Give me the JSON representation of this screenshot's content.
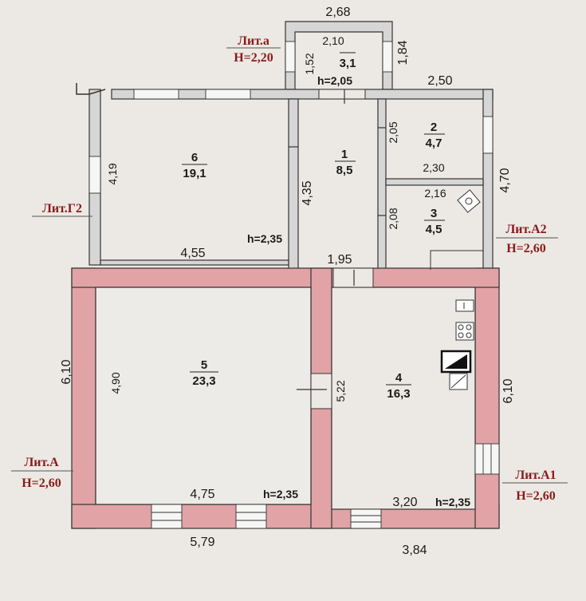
{
  "colors": {
    "wall_main": "#e2a3a6",
    "wall_light": "#d6d6d6",
    "wall_line": "#333333",
    "label": "#8b1a1a",
    "background": "#ece9e4"
  },
  "icons": [
    "stove-icon",
    "boiler-icon",
    "sink-icon",
    "gas-stove-icon"
  ],
  "blocks": {
    "lit_a_small": {
      "name": "Лит.a",
      "height": "H=2,20"
    },
    "lit_g2": {
      "name": "Лит.Г2"
    },
    "lit_a2": {
      "name": "Лит.А2",
      "height": "H=2,60"
    },
    "lit_a": {
      "name": "Лит.А",
      "height": "H=2,60"
    },
    "lit_a1": {
      "name": "Лит.А1",
      "height": "H=2,60"
    }
  },
  "rooms": [
    {
      "number": "1",
      "area": "8,5"
    },
    {
      "number": "2",
      "area": "4,7"
    },
    {
      "number": "3",
      "area": "4,5"
    },
    {
      "number": "4",
      "area": "16,3"
    },
    {
      "number": "5",
      "area": "23,3"
    },
    {
      "number": "6",
      "area": "19,1"
    },
    {
      "number": "",
      "area": "3,1"
    }
  ],
  "heights": {
    "porch": "h=2,05",
    "room6": "h=2,35",
    "room5": "h=2,35",
    "room4": "h=2,35"
  },
  "dims": {
    "porch_top": "2,68",
    "porch_inner_w": "2,10",
    "porch_inner_h": "1,52",
    "porch_right": "1,84",
    "top_right": "2,50",
    "room6_left": "4,19",
    "room6_bottom": "4,55",
    "room1_left": "4,35",
    "room1_bottom": "1,95",
    "room2_left": "2,05",
    "room2_bottom": "2,30",
    "room3_top": "2,16",
    "room3_left": "2,08",
    "right_a2": "4,70",
    "left_a": "6,10",
    "room5_left": "4,90",
    "room5_bottom": "4,75",
    "room4_left": "5,22",
    "room4_bottom": "3,20",
    "right_a1": "6,10",
    "bottom_a": "5,79",
    "bottom_a1": "3,84"
  }
}
